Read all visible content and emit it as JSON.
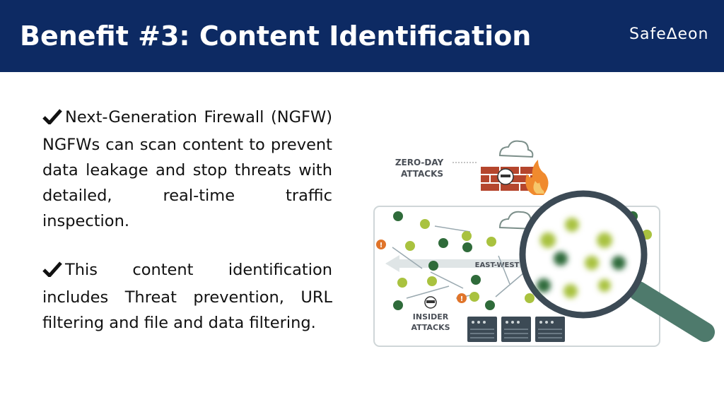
{
  "slide": {
    "title": "Benefit #3: Content Identification",
    "logo_text": "Safe∆eon"
  },
  "bullets": [
    {
      "icon": "checkmark-icon",
      "text": "Next-Generation Firewall (NGFW) NGFWs can scan content to prevent data leakage and stop threats with detailed, real-time traffic inspection."
    },
    {
      "icon": "checkmark-icon",
      "text": "This content identification includes Threat prevention, URL filtering and file and data filtering."
    }
  ],
  "illustration": {
    "zero_day_line1": "ZERO-DAY",
    "zero_day_line2": "ATTACKS",
    "east_west": "EAST-WEST",
    "insider_line1": "INSIDER",
    "insider_line2": "ATTACKS"
  },
  "colors": {
    "header_bg": "#0d2a63",
    "node_dark": "#2f6b3a",
    "node_light": "#a9c23f",
    "alert": "#e0742a",
    "magnifier": "#4e7a6c"
  }
}
